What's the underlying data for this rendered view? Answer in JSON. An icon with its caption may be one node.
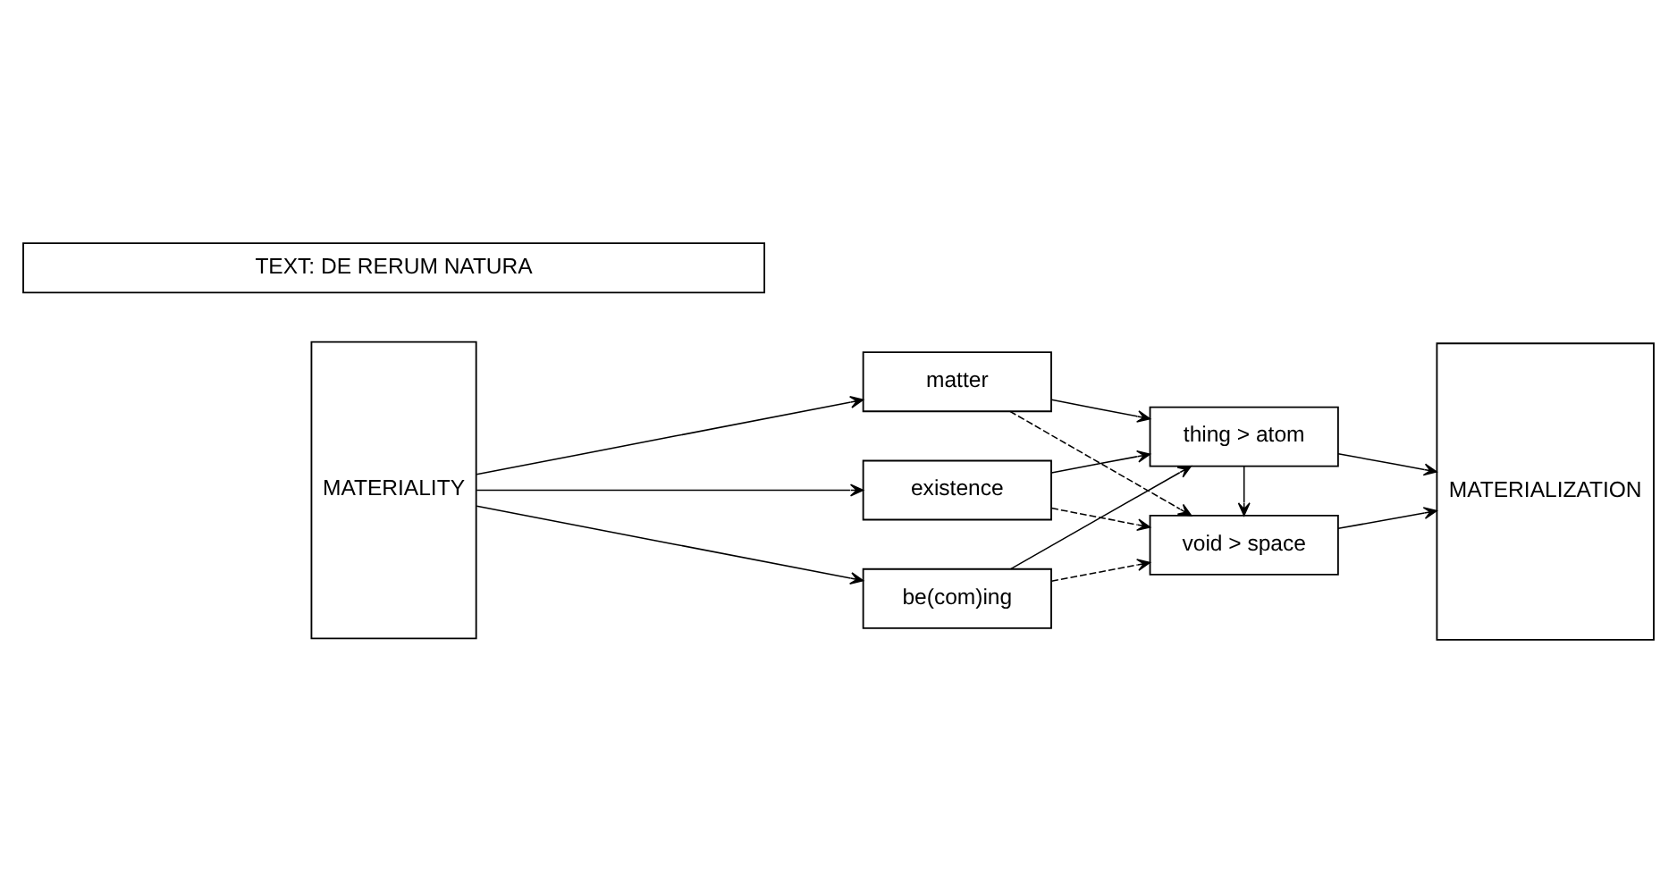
{
  "diagram": {
    "nodes": [
      {
        "text": [
          "TEXT: DE RERUM NATURA"
        ]
      },
      {
        "text": [
          "MATERIALITY"
        ]
      },
      {
        "text": [
          "matter"
        ]
      },
      {
        "text": [
          "existence"
        ]
      },
      {
        "text": [
          "be(com)ing"
        ]
      },
      {
        "text": [
          "thing > atom"
        ]
      },
      {
        "text": [
          "void > space"
        ]
      },
      {
        "text": [
          "MATERIALIZATION"
        ]
      }
    ],
    "edges": [
      {
        "from": 1,
        "to": 2,
        "arrow": "to"
      },
      {
        "from": 1,
        "to": 3,
        "arrow": "to"
      },
      {
        "from": 1,
        "to": 4,
        "arrow": "to"
      },
      {
        "from": 2,
        "to": 5,
        "arrow": "to"
      },
      {
        "from": 2,
        "to": 6,
        "arrow": "to",
        "style": "dashed"
      },
      {
        "from": 3,
        "to": 5,
        "arrow": "to"
      },
      {
        "from": 3,
        "to": 6,
        "arrow": "to",
        "style": "dashed"
      },
      {
        "from": 4,
        "to": 5,
        "arrow": "to"
      },
      {
        "from": 4,
        "to": 6,
        "arrow": "to",
        "style": "dashed"
      },
      {
        "from": 5,
        "to": 6,
        "arrow": "to"
      },
      {
        "from": 5,
        "to": 7,
        "arrow": "to"
      },
      {
        "from": 6,
        "to": 7,
        "arrow": "to"
      }
    ]
  }
}
